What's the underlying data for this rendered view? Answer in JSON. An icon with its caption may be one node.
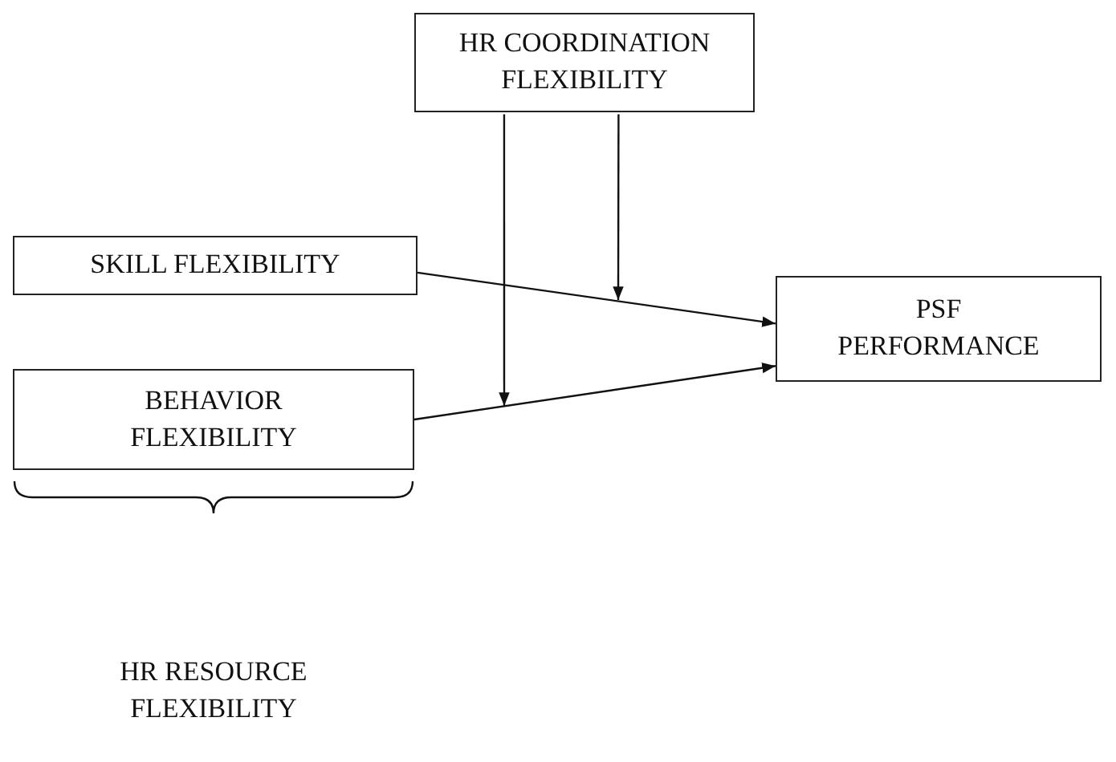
{
  "diagram": {
    "nodes": [
      {
        "text": [
          "HR COORDINATION FLEXIBILITY"
        ]
      },
      {
        "text": [
          "SKILL FLEXIBILITY"
        ]
      },
      {
        "text": [
          "PSF PERFORMANCE"
        ]
      },
      {
        "text": [
          "BEHAVIOR FLEXIBILITY"
        ]
      }
    ],
    "edges": [
      {
        "from": 1,
        "to": 2,
        "arrow": "to"
      },
      {
        "from": 3,
        "to": 2,
        "arrow": "to"
      },
      {
        "from": 0,
        "to": null,
        "arrow": "to"
      },
      {
        "from": 0,
        "to": null,
        "arrow": "to"
      }
    ],
    "labels": [
      "HR RESOURCE FLEXIBILITY"
    ]
  }
}
